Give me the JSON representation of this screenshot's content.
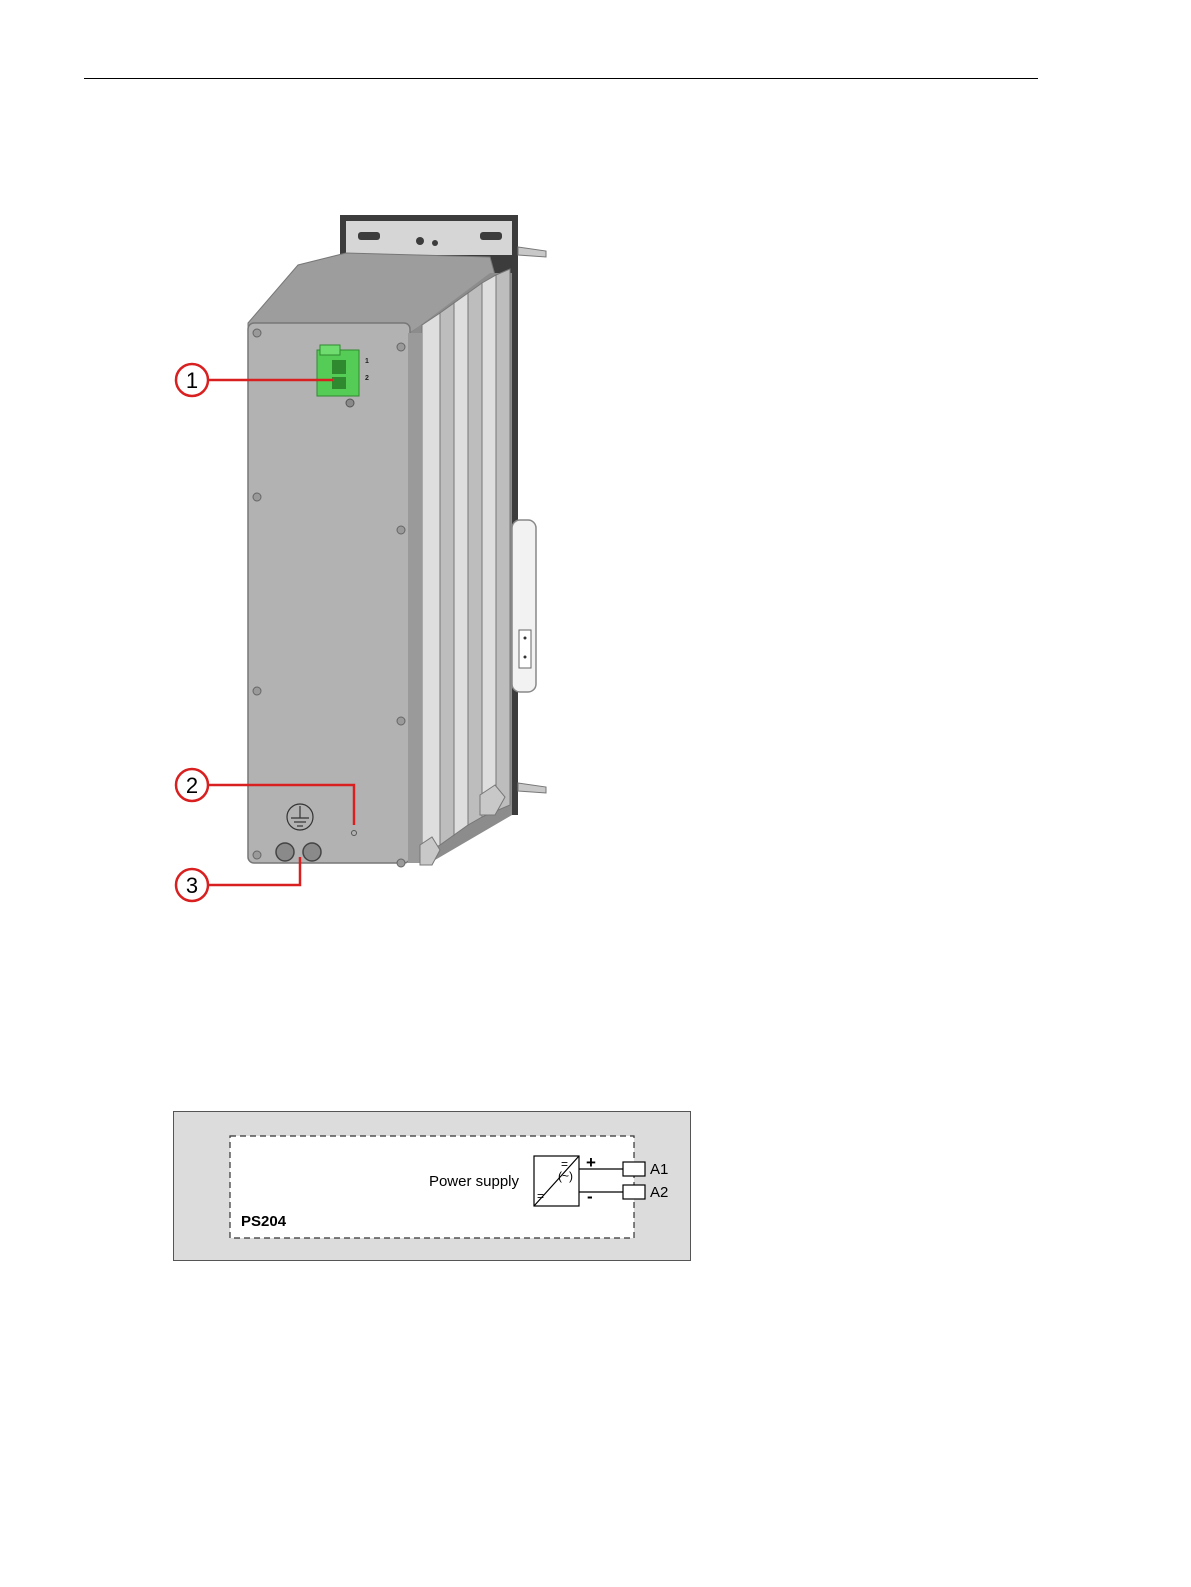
{
  "figure": {
    "callouts": [
      "1",
      "2",
      "3"
    ],
    "connector_terminals": [
      "1",
      "2"
    ],
    "ground_symbol": "protective-earth-icon"
  },
  "diagram": {
    "block_label": "PS204",
    "function_label": "Power supply",
    "dc_symbol_top": "=",
    "ac_symbol": "(~)",
    "dc_symbol_bottom": "=",
    "plus_sign": "+",
    "minus_sign": "-",
    "terminals": [
      "A1",
      "A2"
    ]
  },
  "colors": {
    "callout_red": "#d92020",
    "connector_green": "#55cc55",
    "housing_grey": "#b2b2b2",
    "diagram_background": "#dcdcdc"
  }
}
